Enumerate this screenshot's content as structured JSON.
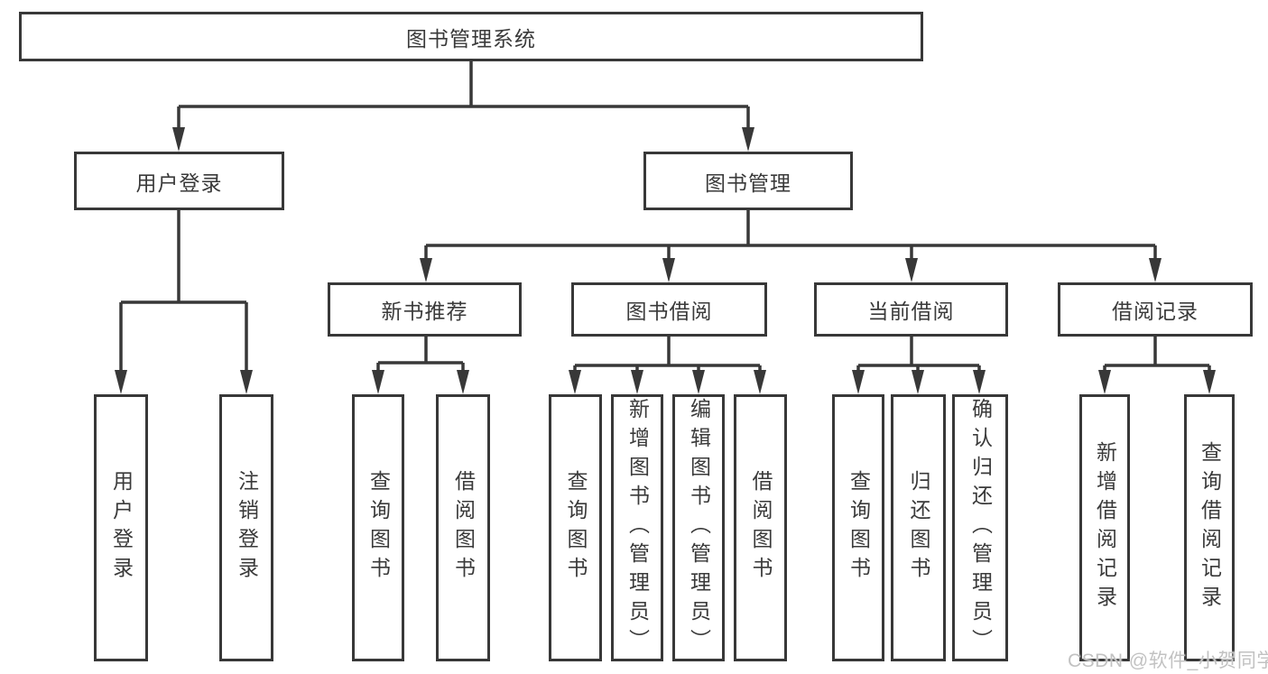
{
  "tree": {
    "root": {
      "label": "图书管理系统"
    },
    "branches": [
      {
        "label": "用户登录",
        "children": [
          {
            "label": "用户登录"
          },
          {
            "label": "注销登录"
          }
        ]
      },
      {
        "label": "图书管理",
        "children": [
          {
            "label": "新书推荐",
            "children": [
              {
                "label": "查询图书"
              },
              {
                "label": "借阅图书"
              }
            ]
          },
          {
            "label": "图书借阅",
            "children": [
              {
                "label": "查询图书"
              },
              {
                "label": "新增图书（管理员）"
              },
              {
                "label": "编辑图书（管理员）"
              },
              {
                "label": "借阅图书"
              }
            ]
          },
          {
            "label": "当前借阅",
            "children": [
              {
                "label": "查询图书"
              },
              {
                "label": "归还图书"
              },
              {
                "label": "确认归还（管理员）"
              }
            ]
          },
          {
            "label": "借阅记录",
            "children": [
              {
                "label": "新增借阅记录"
              },
              {
                "label": "查询借阅记录"
              }
            ]
          }
        ]
      }
    ]
  },
  "watermark": "CSDN @软件_小贺同学",
  "colors": {
    "line": "#383838",
    "text": "#3a3a3a",
    "watermark": "#c2c2c2"
  }
}
